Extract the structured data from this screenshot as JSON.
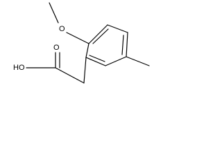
{
  "molecule": {
    "atoms": {
      "methoxy_oxygen": "O",
      "carbonyl_oxygen": "O",
      "hydroxyl_group": "HO"
    }
  }
}
